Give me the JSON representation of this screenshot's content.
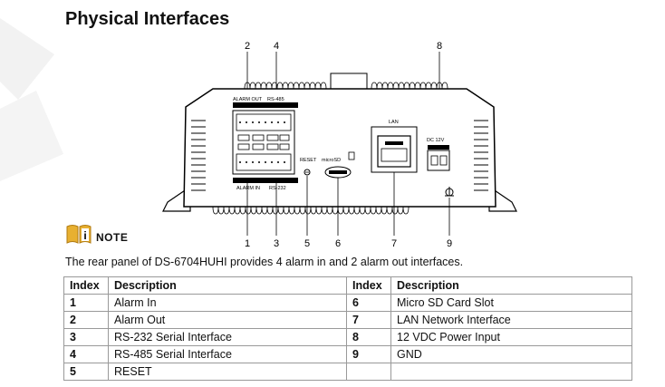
{
  "title": "Physical Interfaces",
  "diagram": {
    "callouts": [
      "2",
      "4",
      "8",
      "1",
      "3",
      "5",
      "6",
      "7",
      "9"
    ],
    "panel_labels": {
      "alarm_out": "ALARM OUT",
      "rs485": "RS-485",
      "alarm_in": "ALARM IN",
      "rs232": "RS-232",
      "reset": "RESET",
      "microsd": "microSD",
      "lan": "LAN",
      "dc": "DC 12V"
    }
  },
  "note": {
    "label": "NOTE",
    "text": "The rear panel of DS-6704HUHI provides 4 alarm in and 2 alarm out interfaces."
  },
  "table": {
    "headers": [
      "Index",
      "Description",
      "Index",
      "Description"
    ],
    "rows": [
      [
        "1",
        "Alarm In",
        "6",
        "Micro SD Card Slot"
      ],
      [
        "2",
        "Alarm Out",
        "7",
        "LAN Network Interface"
      ],
      [
        "3",
        "RS-232 Serial Interface",
        "8",
        "12 VDC Power Input"
      ],
      [
        "4",
        "RS-485 Serial Interface",
        "9",
        "GND"
      ],
      [
        "5",
        "RESET",
        "",
        ""
      ]
    ]
  }
}
